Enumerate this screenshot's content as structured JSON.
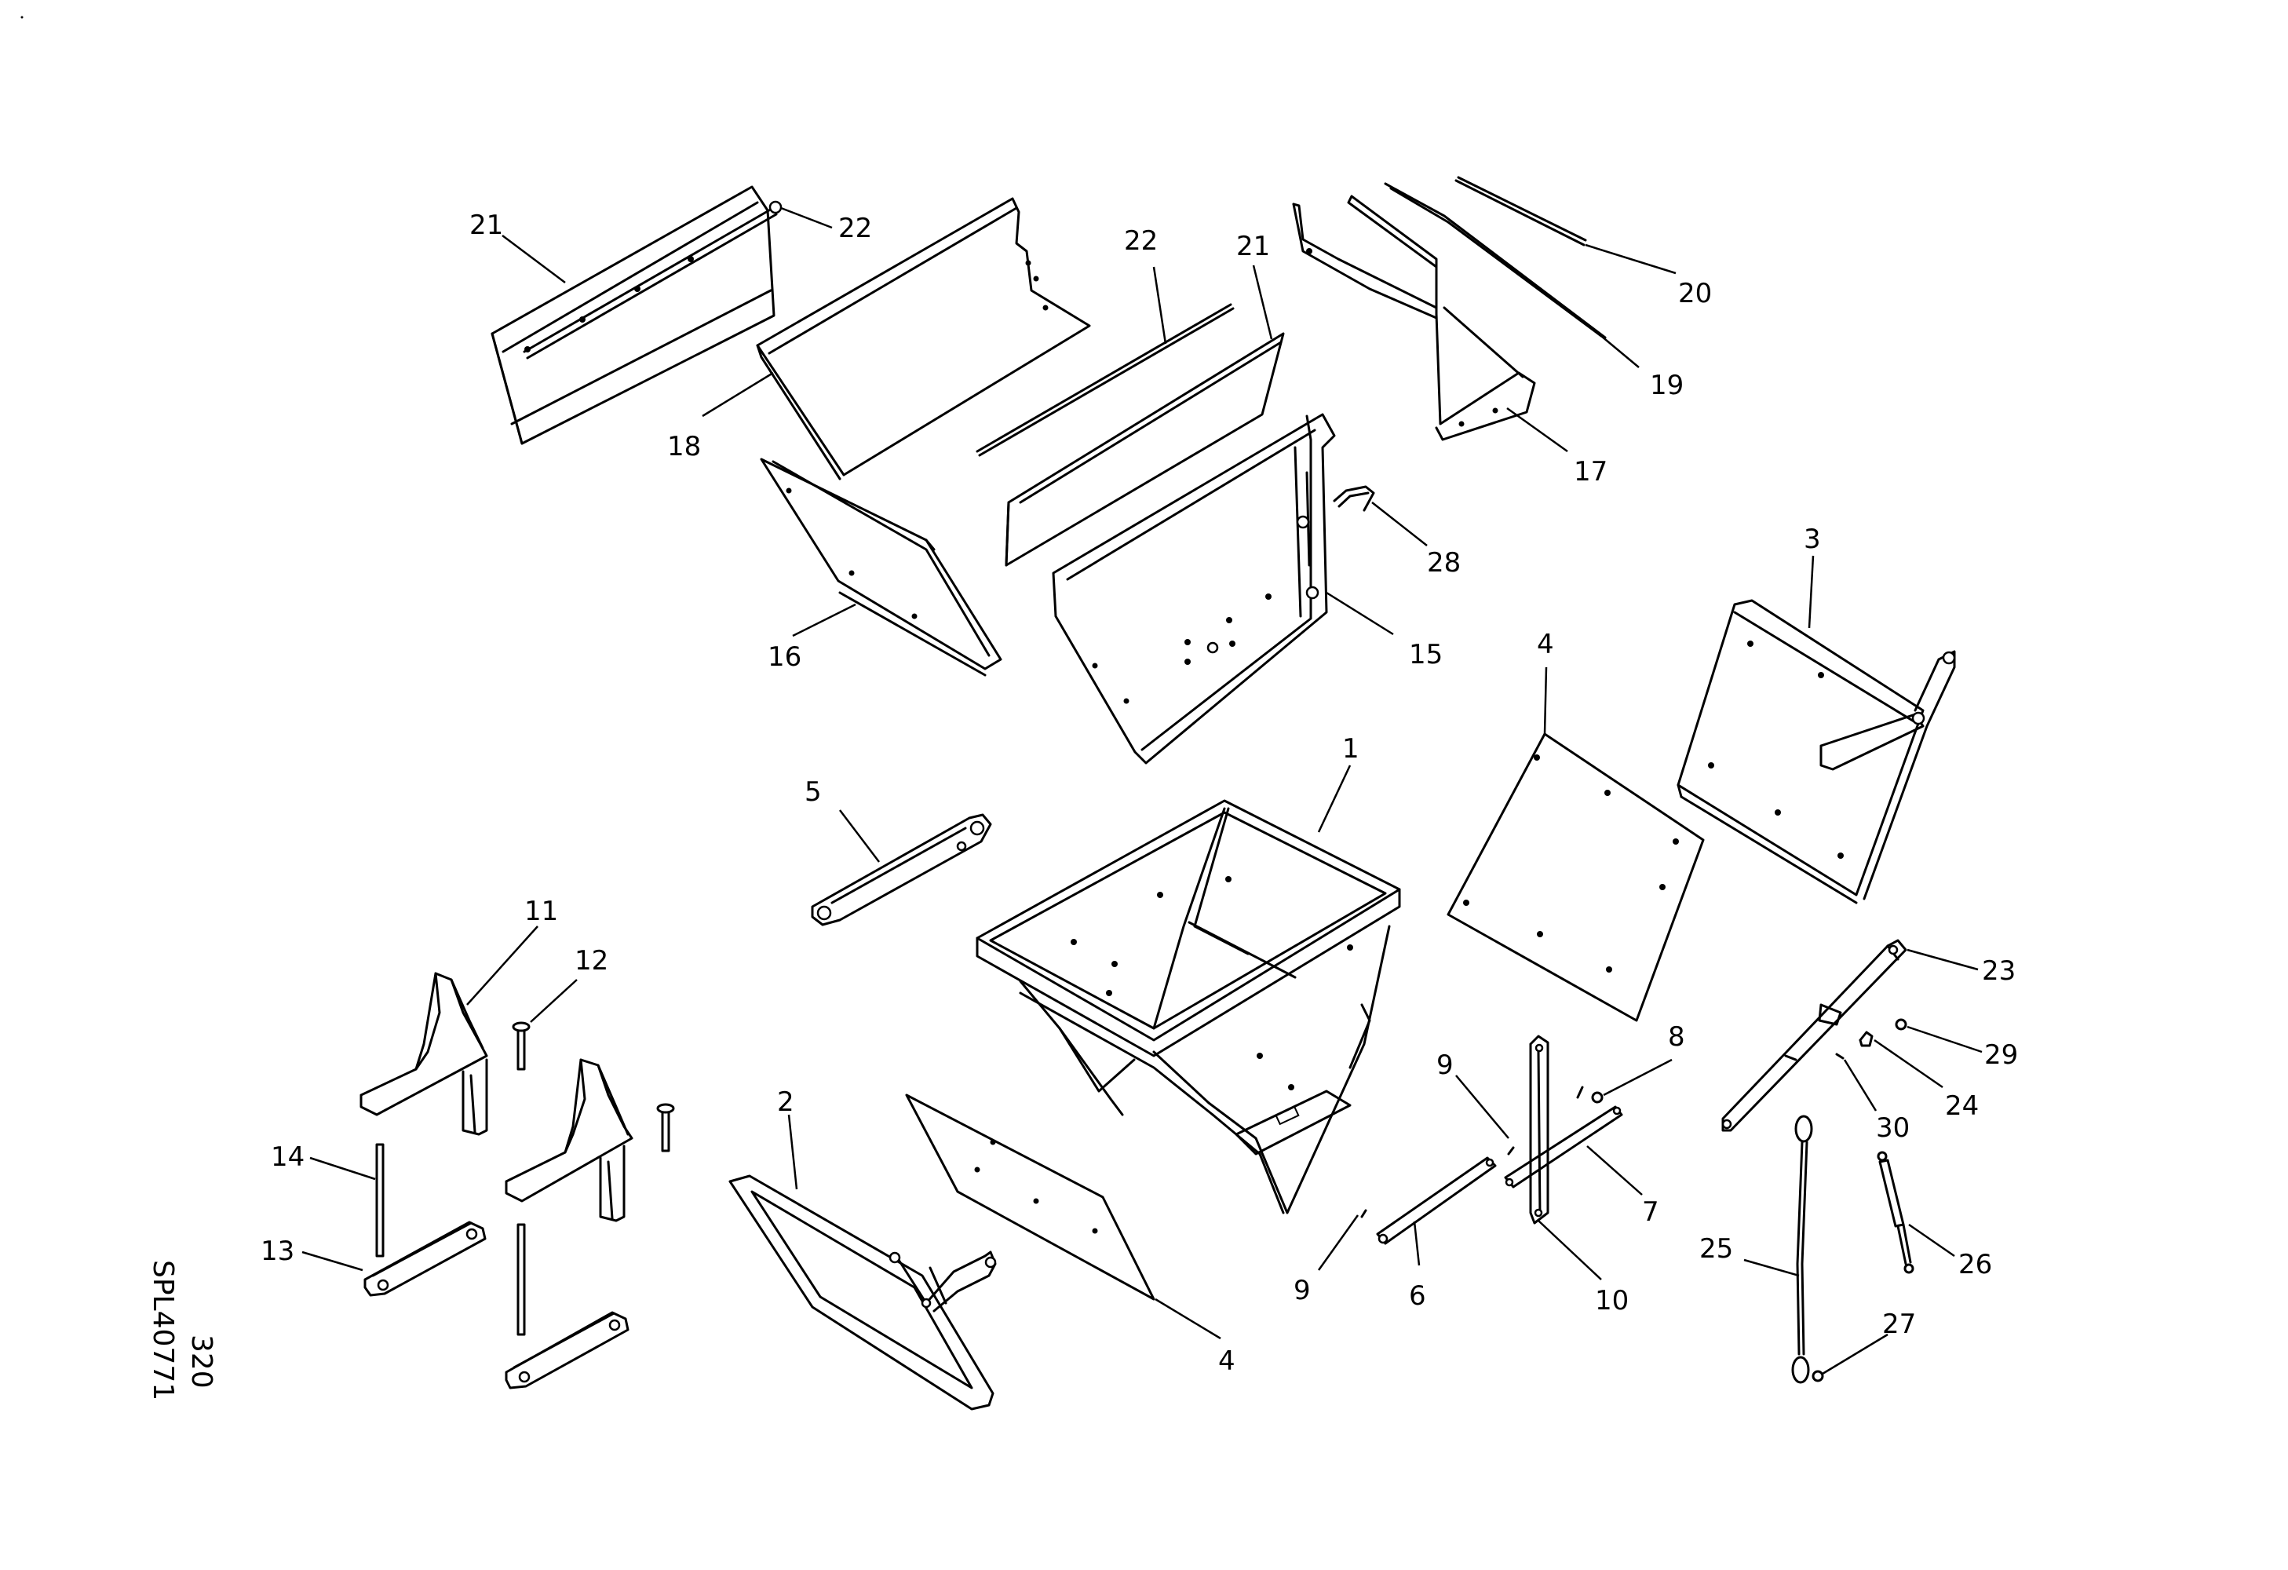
{
  "drawing": {
    "callouts": [
      {
        "id": "c-21a",
        "label": "21"
      },
      {
        "id": "c-22a",
        "label": "22"
      },
      {
        "id": "c-18",
        "label": "18"
      },
      {
        "id": "c-22b",
        "label": "22"
      },
      {
        "id": "c-21b",
        "label": "21"
      },
      {
        "id": "c-20",
        "label": "20"
      },
      {
        "id": "c-19",
        "label": "19"
      },
      {
        "id": "c-17",
        "label": "17"
      },
      {
        "id": "c-28",
        "label": "28"
      },
      {
        "id": "c-16",
        "label": "16"
      },
      {
        "id": "c-15",
        "label": "15"
      },
      {
        "id": "c-3",
        "label": "3"
      },
      {
        "id": "c-4a",
        "label": "4"
      },
      {
        "id": "c-1",
        "label": "1"
      },
      {
        "id": "c-5",
        "label": "5"
      },
      {
        "id": "c-11",
        "label": "11"
      },
      {
        "id": "c-12",
        "label": "12"
      },
      {
        "id": "c-23",
        "label": "23"
      },
      {
        "id": "c-29",
        "label": "29"
      },
      {
        "id": "c-8",
        "label": "8"
      },
      {
        "id": "c-9a",
        "label": "9"
      },
      {
        "id": "c-24",
        "label": "24"
      },
      {
        "id": "c-30",
        "label": "30"
      },
      {
        "id": "c-2",
        "label": "2"
      },
      {
        "id": "c-14",
        "label": "14"
      },
      {
        "id": "c-7",
        "label": "7"
      },
      {
        "id": "c-13",
        "label": "13"
      },
      {
        "id": "c-9b",
        "label": "9"
      },
      {
        "id": "c-6",
        "label": "6"
      },
      {
        "id": "c-10",
        "label": "10"
      },
      {
        "id": "c-25",
        "label": "25"
      },
      {
        "id": "c-26",
        "label": "26"
      },
      {
        "id": "c-4b",
        "label": "4"
      },
      {
        "id": "c-27",
        "label": "27"
      }
    ],
    "drawing_number": "SPL40771",
    "page_number": "320"
  }
}
